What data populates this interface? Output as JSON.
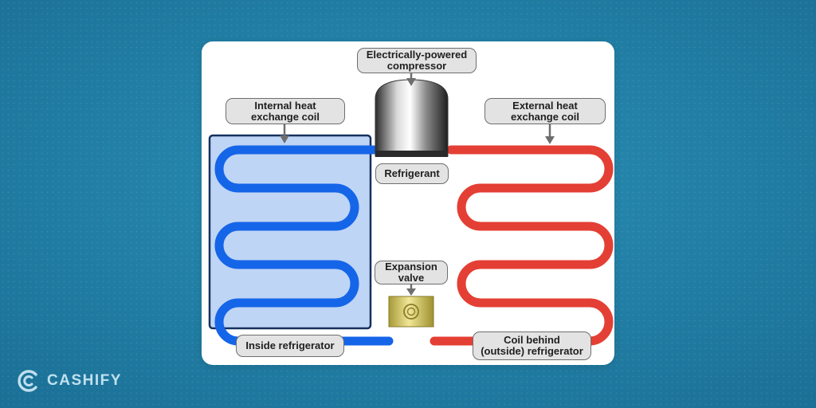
{
  "diagram": {
    "labels": {
      "compressor": "Electrically-powered\ncompressor",
      "internal_coil": "Internal heat\nexchange coil",
      "external_coil": "External heat\nexchange coil",
      "refrigerant": "Refrigerant",
      "expansion_valve": "Expansion\nvalve",
      "inside_refrigerator": "Inside refrigerator",
      "coil_behind": "Coil behind\n(outside) refrigerator"
    },
    "colors": {
      "cold_coil": "#1565e8",
      "hot_coil": "#e43f34",
      "fridge_fill": "#bfd5f6",
      "fridge_border": "#15305f",
      "label_fill": "#e3e3e3",
      "label_border": "#6e6e6e",
      "valve": "#d8c96a",
      "background": "#1f7ea6"
    }
  },
  "brand": {
    "name": "CASHIFY",
    "icon": "cashify-logo-icon"
  }
}
